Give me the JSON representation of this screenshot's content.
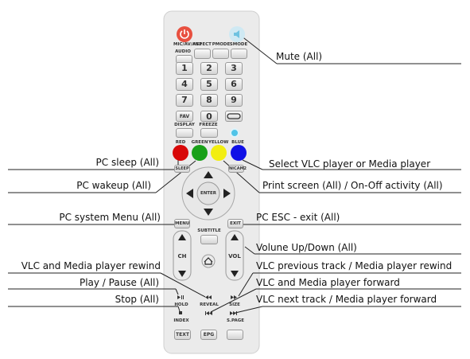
{
  "remote": {
    "top_buttons": [
      "MIC/AV/AV2",
      "ASPECT",
      "PMODE",
      "SMODE"
    ],
    "audio": "AUDIO",
    "number_keys": [
      "1",
      "2",
      "3",
      "4",
      "5",
      "6",
      "7",
      "8",
      "9"
    ],
    "fav": "FAV",
    "zero": "0",
    "display": "DISPLAY",
    "freeze": "FREEZE",
    "color_labels": [
      "RED",
      "GREEN",
      "YELLOW",
      "BLUE"
    ],
    "colors": {
      "power": "#e85040",
      "mute": "#6ec2e0",
      "red": "#d80808",
      "green": "#18a018",
      "yellow": "#f2ee10",
      "blue": "#1010e6",
      "ring": "#4ec4e8"
    },
    "sleep": "SLEEP",
    "nicam": "NICAM2",
    "enter": "ENTER",
    "menu": "MENU",
    "exit": "EXIT",
    "subtitle": "SUBTITLE",
    "ch": "CH",
    "vol": "VOL",
    "hold": "HOLD",
    "reveal": "REVEAL",
    "size": "SIZE",
    "index": "INDEX",
    "subpage": "S.PAGE",
    "text": "TEXT",
    "epg": "EPG"
  },
  "annotations": {
    "mute": "Mute (All)",
    "pc_sleep": "PC sleep (All)",
    "select_player": "Select VLC player or Media player",
    "pc_wakeup": "PC wakeup (All)",
    "print_screen": "Print screen (All) / On-Off activity (All)",
    "pc_system_menu": "PC system Menu (All)",
    "pc_esc": "PC ESC - exit (All)",
    "volume": "Volune Up/Down (All)",
    "rewind": "VLC and Media player rewind",
    "prev_track": "VLC previous track / Media player rewind",
    "play_pause": "Play / Pause (All)",
    "forward": "VLC and Media player forward",
    "stop": "Stop (All)",
    "next_track": "VLC next track / Media player forward"
  }
}
